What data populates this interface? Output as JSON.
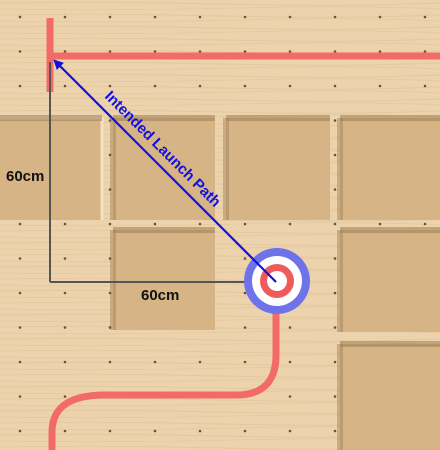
{
  "labels": {
    "vertical_distance": "60cm",
    "horizontal_distance": "60cm",
    "launch_path": "Intended Launch Path"
  },
  "colors": {
    "board": "#ecd3ad",
    "board_grain": "#d9b787",
    "recess": "#d7b88a",
    "recess_shadow": "#a98a5e",
    "track": "#f26b66",
    "launch_arrow": "#1010e0",
    "dimension_line": "#555555",
    "target_outer": "#6f73e8",
    "target_white": "#ffffff",
    "target_red": "#ef5b5b"
  },
  "icons": {
    "target": "bullseye-icon",
    "arrow": "arrowhead-icon"
  }
}
